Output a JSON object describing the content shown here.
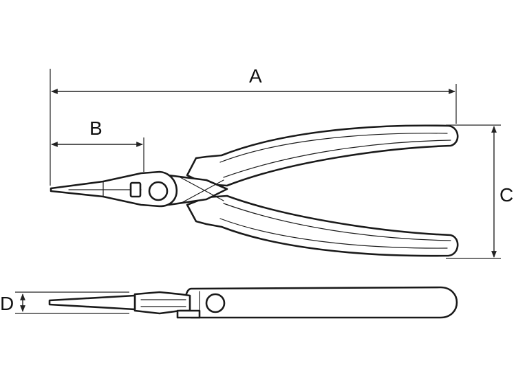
{
  "labels": {
    "a": "A",
    "b": "B",
    "c": "C",
    "d": "D"
  },
  "colors": {
    "line": "#1a1a1a",
    "background": "#ffffff"
  }
}
